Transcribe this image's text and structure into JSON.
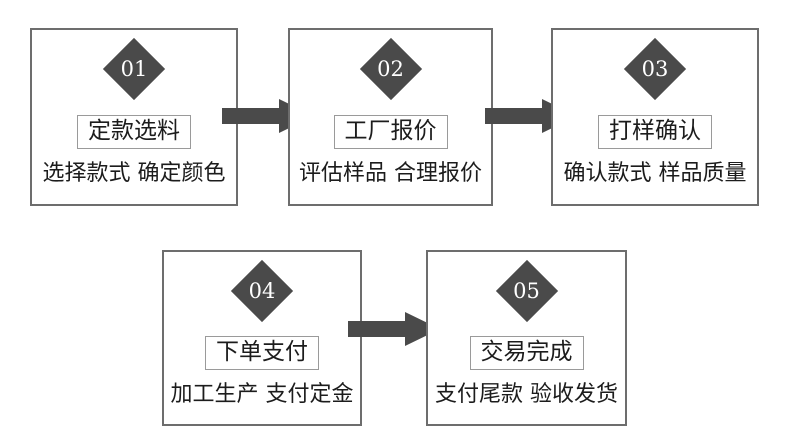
{
  "diagram": {
    "type": "process-flow",
    "orientation": "left-to-right, two rows",
    "background_color": "#ffffff",
    "box_border_color": "#6d6d6d",
    "badge_color": "#4a4a4a",
    "badge_text_color": "#ffffff",
    "arrow_color": "#4a4a4a",
    "title_border_color": "#9a9a9a",
    "text_color": "#1c1c1c",
    "steps": [
      {
        "number": "01",
        "title": "定款选料",
        "caption": "选择款式 确定颜色"
      },
      {
        "number": "02",
        "title": "工厂报价",
        "caption": "评估样品 合理报价"
      },
      {
        "number": "03",
        "title": "打样确认",
        "caption": "确认款式 样品质量"
      },
      {
        "number": "04",
        "title": "下单支付",
        "caption": "加工生产 支付定金"
      },
      {
        "number": "05",
        "title": "交易完成",
        "caption": "支付尾款 验收发货"
      }
    ],
    "arrows": [
      {
        "from": "01",
        "to": "02"
      },
      {
        "from": "02",
        "to": "03"
      },
      {
        "from": "04",
        "to": "05"
      }
    ]
  }
}
